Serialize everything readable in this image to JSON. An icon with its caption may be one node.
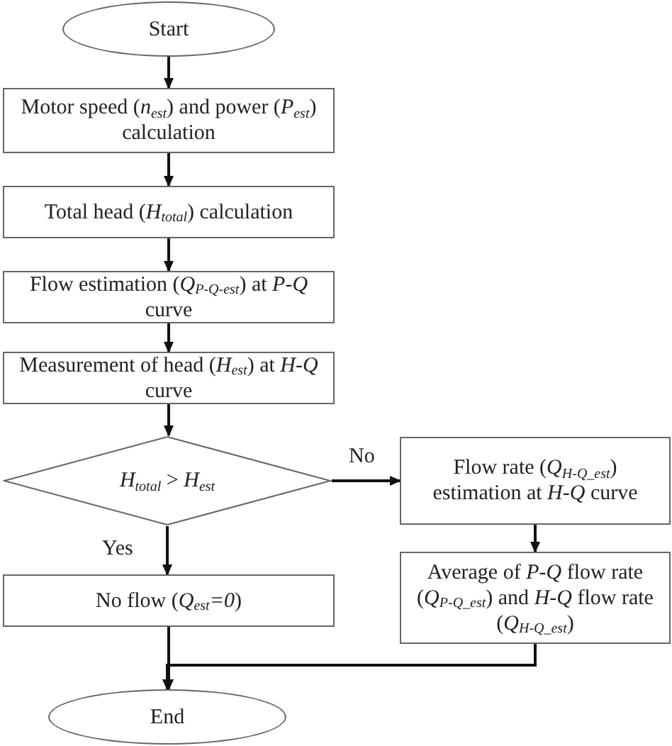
{
  "diagram": {
    "nodes": [
      {
        "text": [
          "Start"
        ]
      },
      {
        "text": [
          "Motor speed (*n*$_{est}$) and power (*P*$_{est}$) calculation"
        ]
      },
      {
        "text": [
          "Total head (*H*$_{total}$) calculation"
        ]
      },
      {
        "text": [
          "Flow estimation (*Q*$_{P-Q-est}$) at *P-Q* curve"
        ]
      },
      {
        "text": [
          "Measurement of head (*H*$_{est}$) at *H-Q* curve"
        ]
      },
      {
        "text": [
          "*H*$_{total}$ > *H*$_{est}$"
        ]
      },
      {
        "text": [
          "Flow rate (*Q*$_{H-Q_est}$) estimation at *H-Q* curve"
        ]
      },
      {
        "text": [
          "No flow (*Q*$_{est}$*=0*)"
        ]
      },
      {
        "text": [
          "Average of *P-Q* flow rate (*Q*$_{P-Q_est}$) and *H-Q* flow rate (*Q*$_{H-Q_est}$)"
        ]
      },
      {
        "text": [
          "End"
        ]
      }
    ],
    "edges": [
      {
        "from": 0,
        "to": 1,
        "arrow": "to"
      },
      {
        "from": 1,
        "to": 2,
        "arrow": "to"
      },
      {
        "from": 2,
        "to": 3,
        "arrow": "to"
      },
      {
        "from": 3,
        "to": 4,
        "arrow": "to"
      },
      {
        "from": 4,
        "to": 5,
        "arrow": "to"
      },
      {
        "from": 5,
        "to": 6,
        "arrow": "to",
        "label": "No"
      },
      {
        "from": 5,
        "to": 7,
        "arrow": "to",
        "label": "Yes"
      },
      {
        "from": 6,
        "to": 8,
        "arrow": "to"
      },
      {
        "from": 7,
        "to": 9,
        "arrow": "to"
      },
      {
        "from": 8,
        "to": 9,
        "arrow": "to"
      }
    ]
  }
}
